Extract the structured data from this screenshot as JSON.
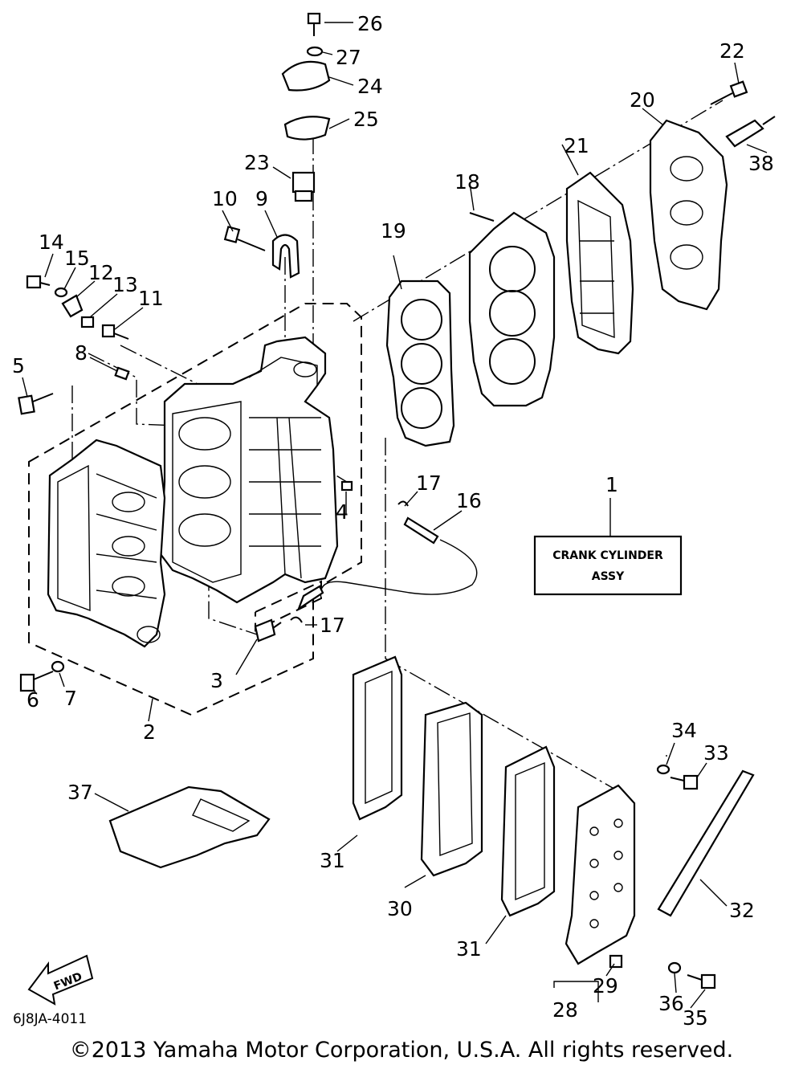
{
  "labels": {
    "n1": "1",
    "n2": "2",
    "n3": "3",
    "n4": "4",
    "n5": "5",
    "n6": "6",
    "n7": "7",
    "n8": "8",
    "n9": "9",
    "n10": "10",
    "n11": "11",
    "n12": "12",
    "n13": "13",
    "n14": "14",
    "n15": "15",
    "n16": "16",
    "n17a": "17",
    "n17b": "17",
    "n18": "18",
    "n19": "19",
    "n20": "20",
    "n21": "21",
    "n22": "22",
    "n23": "23",
    "n24": "24",
    "n25": "25",
    "n26": "26",
    "n27": "27",
    "n28": "28",
    "n29": "29",
    "n30": "30",
    "n31a": "31",
    "n31b": "31",
    "n32": "32",
    "n33": "33",
    "n34": "34",
    "n35": "35",
    "n36": "36",
    "n37": "37",
    "n38": "38"
  },
  "assy_box": {
    "line1": "CRANK CYLINDER",
    "line2": "ASSY"
  },
  "fwd": "FWD",
  "diagram_code": "6J8JA-4011",
  "copyright": "©2013 Yamaha Motor Corporation, U.S.A. All rights reserved."
}
